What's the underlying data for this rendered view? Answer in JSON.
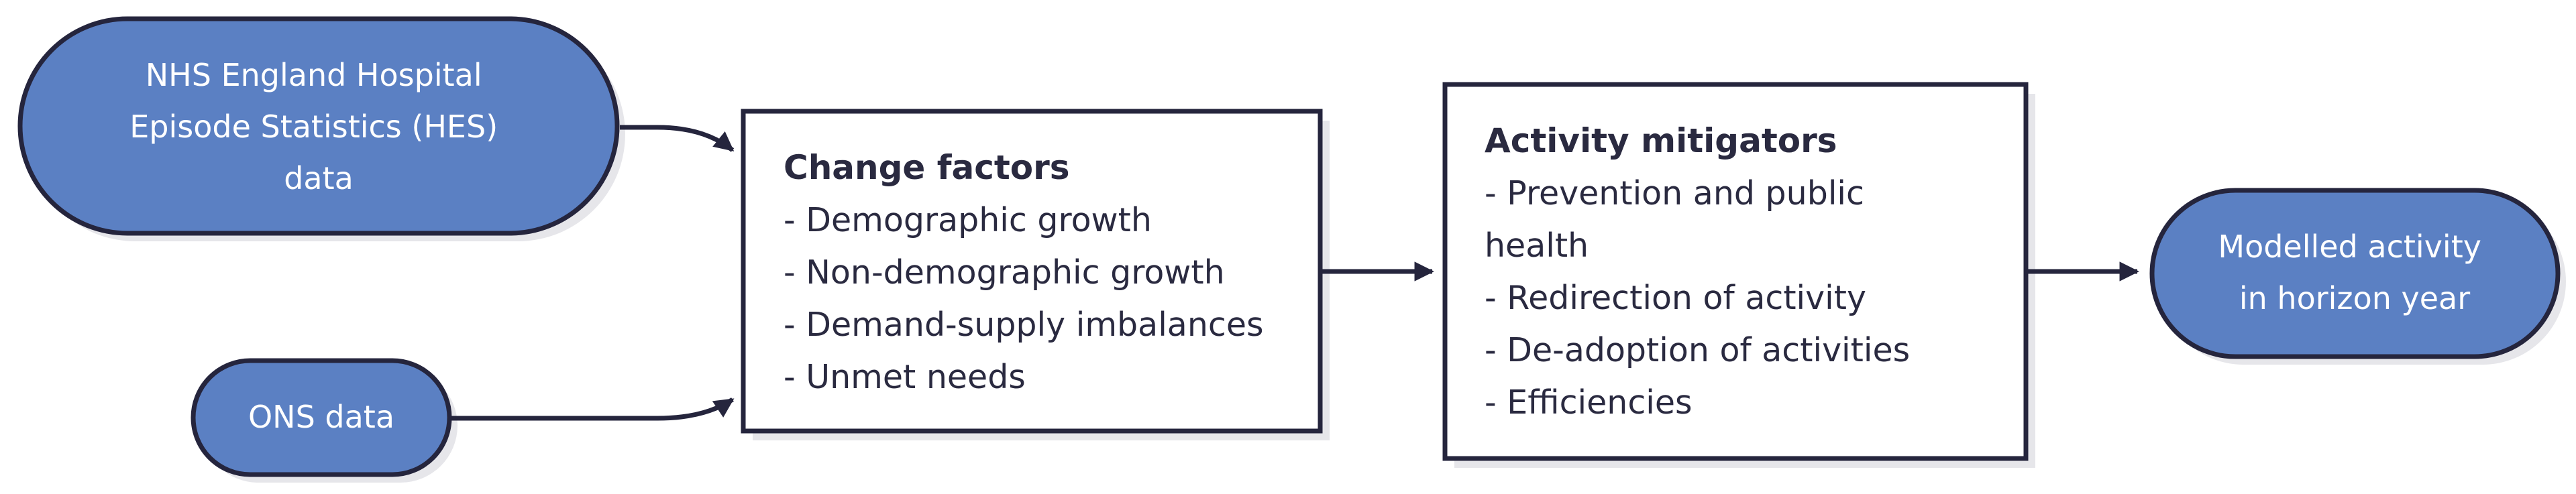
{
  "colors": {
    "pill_fill": "#5b80c3",
    "stroke": "#25253d",
    "box_fill": "#ffffff",
    "text_dark": "#2a2a40",
    "text_light": "#ffffff",
    "shadow": "#e6e6ea"
  },
  "nodes": {
    "hes": {
      "lines": [
        "NHS England Hospital",
        "Episode Statistics (HES)",
        "data"
      ]
    },
    "ons": {
      "lines": [
        "ONS data"
      ]
    },
    "change_factors": {
      "title": "Change factors",
      "lines": [
        "- Demographic growth",
        "- Non-demographic growth",
        "- Demand-supply imbalances",
        "- Unmet needs"
      ]
    },
    "activity_mitigators": {
      "title": "Activity mitigators",
      "lines": [
        "- Prevention and public",
        "health",
        "- Redirection of activity",
        "- De-adoption of activities",
        "- Efficiencies"
      ]
    },
    "modelled": {
      "lines": [
        "Modelled activity",
        "in horizon year"
      ]
    }
  }
}
